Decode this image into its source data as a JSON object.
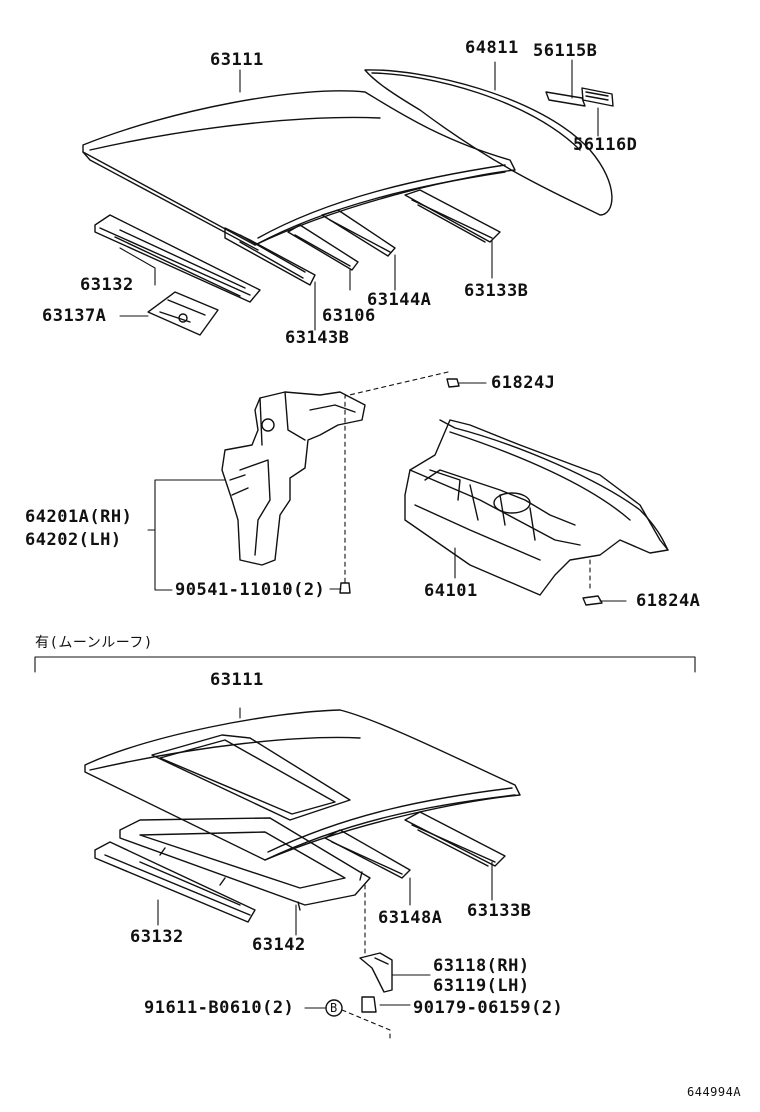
{
  "upper": {
    "roof_panel": "63111",
    "back_window": "64811",
    "plate_b": "56115B",
    "plate_d": "56116D",
    "front_header": "63132",
    "header_bracket": "63137A",
    "roof_bow_b": "63143B",
    "roof_bow": "63106",
    "roof_bow_a": "63144A",
    "rear_header": "63133B",
    "clip_j": "61824J",
    "pillar_rh": "64201A(RH)",
    "pillar_lh": "64202(LH)",
    "screw": "90541-11010(2)",
    "rear_panel": "64101",
    "clip_a": "61824A"
  },
  "lower": {
    "section_title": "有(ムーンルーフ)",
    "roof_panel": "63111",
    "front_header": "63132",
    "sunroof_frame": "63142",
    "roof_bow_a": "63148A",
    "rear_header": "63133B",
    "bracket_rh": "63118(RH)",
    "bracket_lh": "63119(LH)",
    "bolt": "91611-B0610(2)",
    "bolt_marker": "B",
    "nut": "90179-06159(2)"
  },
  "figure_id": "644994A"
}
